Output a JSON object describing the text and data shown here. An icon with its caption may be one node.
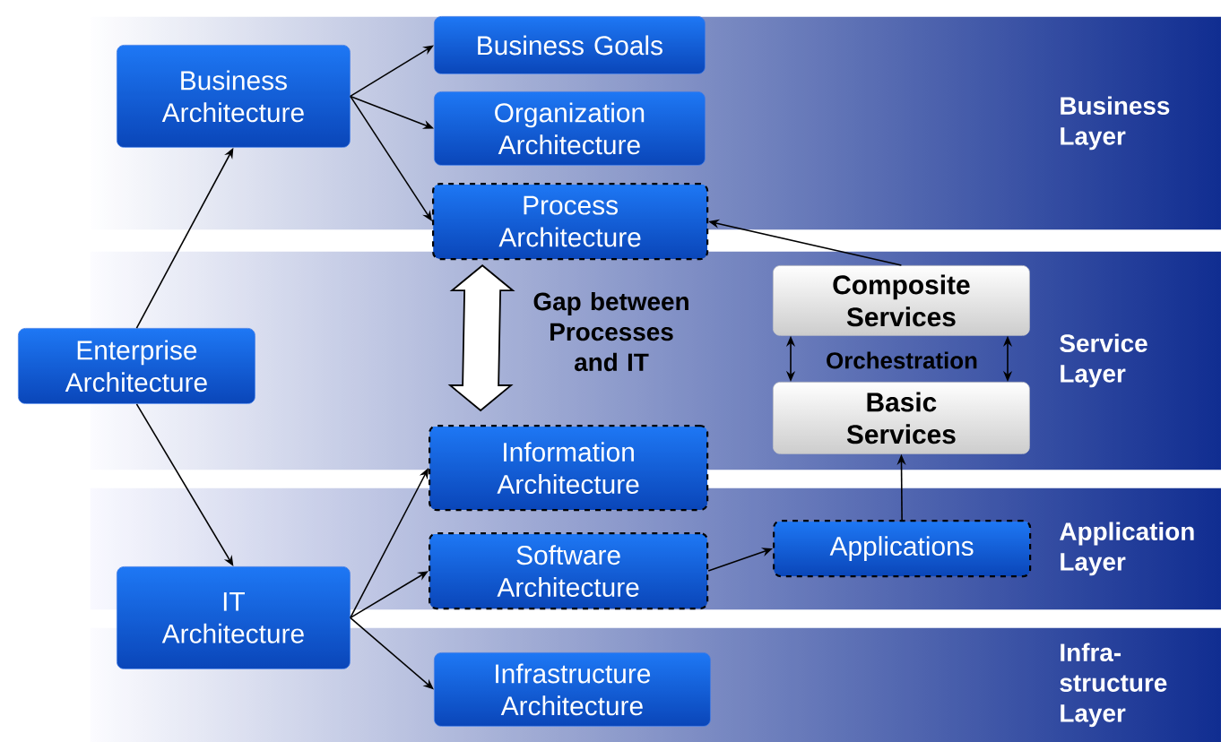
{
  "diagram": {
    "nodes": [
      {
        "text": [
          "Business Layer"
        ]
      },
      {
        "text": [
          "Business Architecture"
        ],
        "in": 0
      },
      {
        "text": [
          "Business Goals"
        ],
        "in": 0
      },
      {
        "text": [
          "Organization Architecture"
        ],
        "in": 0
      },
      {
        "text": [
          "Process Architecture"
        ]
      },
      {
        "text": [
          "Service Layer"
        ]
      },
      {
        "text": [
          "Enterprise Architecture"
        ]
      },
      {
        "text": [
          "Composite Services"
        ],
        "in": 5
      },
      {
        "text": [
          "Basic Services"
        ],
        "in": 5
      },
      {
        "text": [
          "Information Architecture"
        ]
      },
      {
        "text": [
          "Application Layer"
        ]
      },
      {
        "text": [
          "Software Architecture"
        ],
        "in": 10
      },
      {
        "text": [
          "Applications"
        ],
        "in": 10
      },
      {
        "text": [
          "IT Architecture"
        ]
      },
      {
        "text": [
          "Infra- structure Layer"
        ]
      },
      {
        "text": [
          "Infrastructure Architecture"
        ],
        "in": 14
      }
    ],
    "edges": [
      {
        "from": 6,
        "to": 1,
        "arrow": "to"
      },
      {
        "from": 6,
        "to": 13,
        "arrow": "to"
      },
      {
        "from": 1,
        "to": 2,
        "arrow": "to"
      },
      {
        "from": 1,
        "to": 3,
        "arrow": "to"
      },
      {
        "from": 1,
        "to": 4,
        "arrow": "to"
      },
      {
        "from": 4,
        "to": 9,
        "arrow": "both",
        "style": "thick",
        "label": "Gap between Processes and IT"
      },
      {
        "from": 7,
        "to": 4,
        "arrow": "to"
      },
      {
        "from": 7,
        "to": 8,
        "arrow": "both"
      },
      {
        "from": 7,
        "to": 8,
        "arrow": "both"
      },
      {
        "from": 12,
        "to": 8,
        "arrow": "to"
      },
      {
        "from": 13,
        "to": 9,
        "arrow": "to"
      },
      {
        "from": 13,
        "to": 11,
        "arrow": "to"
      },
      {
        "from": 13,
        "to": 15,
        "arrow": "to"
      },
      {
        "from": 11,
        "to": 12,
        "arrow": "to"
      }
    ],
    "labels": [
      "Orchestration"
    ]
  }
}
